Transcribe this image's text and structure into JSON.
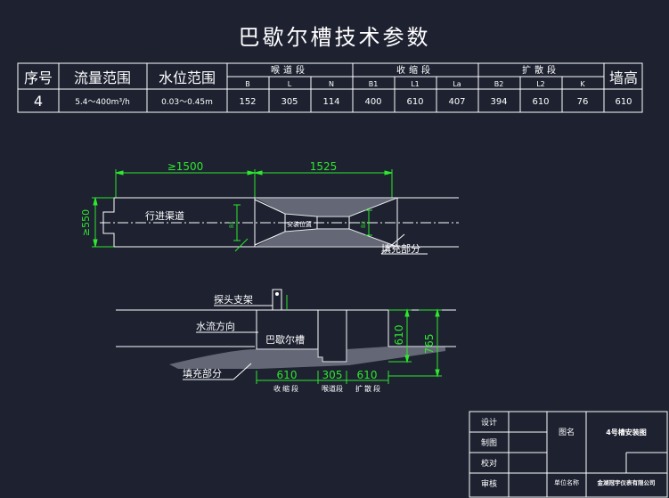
{
  "title": "巴歇尔槽技术参数",
  "table": {
    "headers": {
      "no": "序号",
      "flow": "流量范围",
      "level": "水位范围",
      "throat": "喉道段",
      "converge": "收缩段",
      "diverge": "扩散段",
      "wall": "墙高"
    },
    "sub": [
      "B",
      "L",
      "N",
      "B1",
      "L1",
      "La",
      "B2",
      "L2",
      "K"
    ],
    "row": {
      "no": "4",
      "flow": "5.4～400m³/h",
      "level": "0.03～0.45m",
      "vals": [
        "152",
        "305",
        "114",
        "400",
        "610",
        "407",
        "394",
        "610",
        "76"
      ],
      "wall": "610"
    }
  },
  "plan": {
    "dim_top_left": "≥1500",
    "dim_top_right": "1525",
    "dim_side": "≥550",
    "channel_label": "行进渠道",
    "center_label": "安装位置",
    "fill_label": "填充部分",
    "small_a": "B1",
    "small_b": "B2"
  },
  "section": {
    "probe_label": "探头支架",
    "flow_label": "水流方向",
    "flume_label": "巴歇尔槽",
    "fill_label": "填充部分",
    "height_inner": "610",
    "height_outer": "765",
    "dims": [
      "610",
      "305",
      "610"
    ],
    "seg_labels": [
      "收缩段",
      "喉道段",
      "扩散段"
    ]
  },
  "titleblock": {
    "rows": [
      "设计",
      "制图",
      "校对",
      "审核"
    ],
    "drawing_name_label": "图名",
    "drawing_name": "4号槽安装图",
    "unit_label": "单位名称",
    "unit_name": "金湖冠宇仪表有限公司"
  }
}
